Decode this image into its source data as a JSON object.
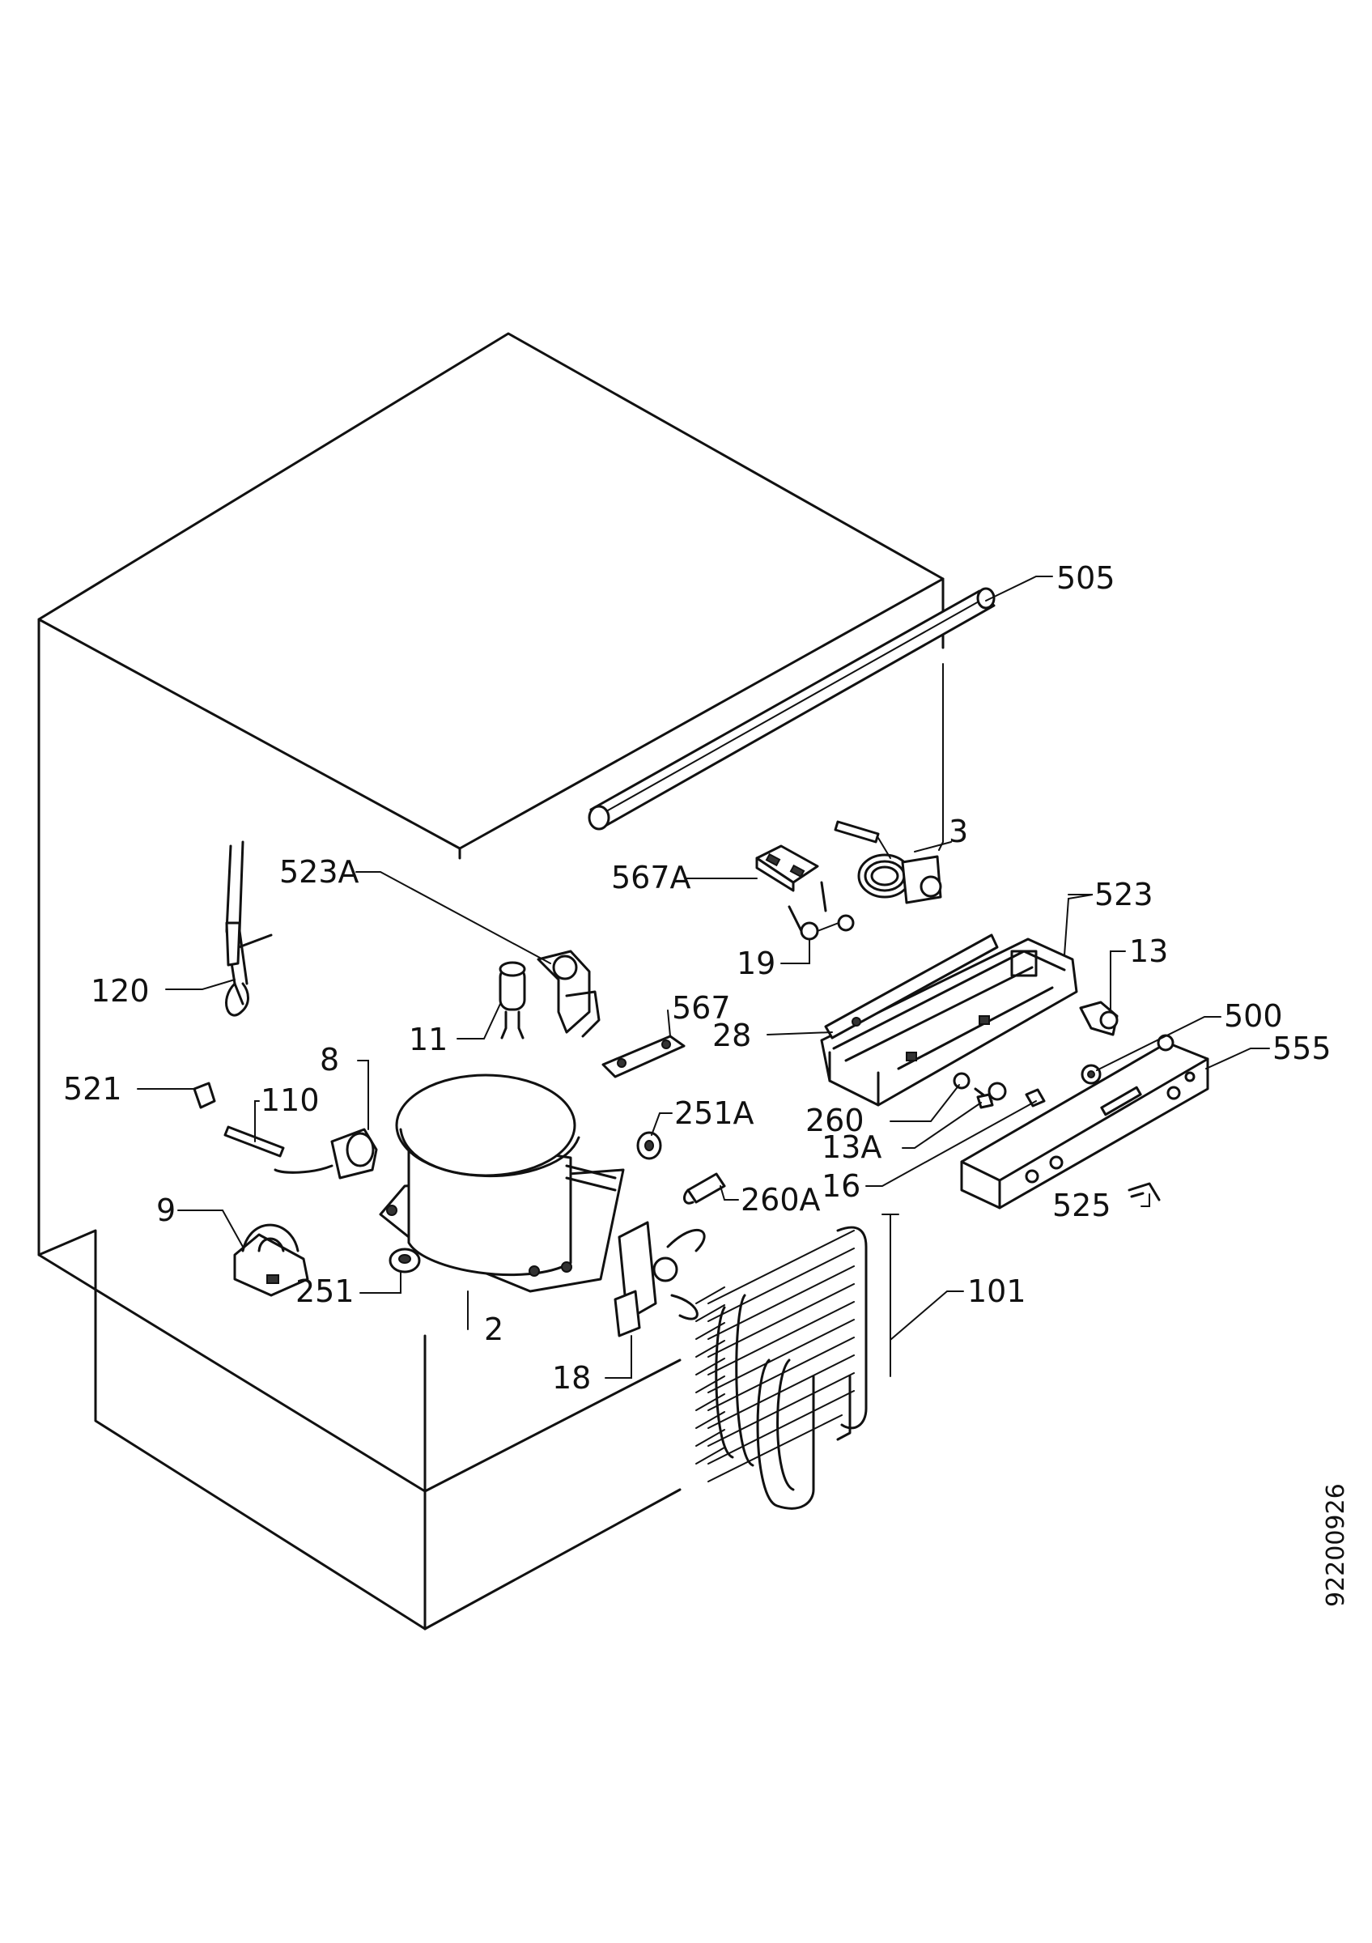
{
  "diagram": {
    "doc_number": "92200926",
    "labels": [
      {
        "id": "505",
        "text": "505"
      },
      {
        "id": "3",
        "text": "3"
      },
      {
        "id": "523a",
        "text": "523A"
      },
      {
        "id": "567a",
        "text": "567A"
      },
      {
        "id": "523",
        "text": "523"
      },
      {
        "id": "13",
        "text": "13"
      },
      {
        "id": "120",
        "text": "120"
      },
      {
        "id": "19",
        "text": "19"
      },
      {
        "id": "567",
        "text": "567"
      },
      {
        "id": "28",
        "text": "28"
      },
      {
        "id": "500",
        "text": "500"
      },
      {
        "id": "555",
        "text": "555"
      },
      {
        "id": "11",
        "text": "11"
      },
      {
        "id": "8",
        "text": "8"
      },
      {
        "id": "521",
        "text": "521"
      },
      {
        "id": "110",
        "text": "110"
      },
      {
        "id": "251a",
        "text": "251A"
      },
      {
        "id": "260",
        "text": "260"
      },
      {
        "id": "13a",
        "text": "13A"
      },
      {
        "id": "16",
        "text": "16"
      },
      {
        "id": "9",
        "text": "9"
      },
      {
        "id": "260a",
        "text": "260A"
      },
      {
        "id": "525",
        "text": "525"
      },
      {
        "id": "251",
        "text": "251"
      },
      {
        "id": "2",
        "text": "2"
      },
      {
        "id": "101",
        "text": "101"
      },
      {
        "id": "18",
        "text": "18"
      }
    ]
  }
}
